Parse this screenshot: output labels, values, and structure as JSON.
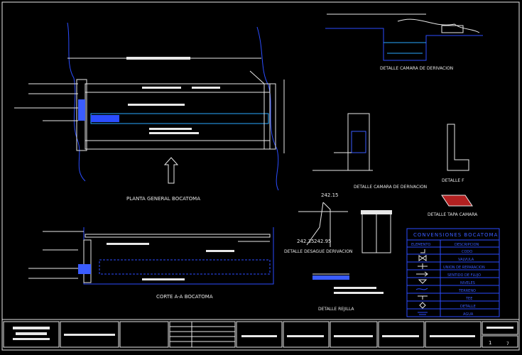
{
  "drawing": {
    "views": {
      "plan": "PLANTA GENERAL BOCATOMA",
      "section": "CORTE  A-A  BOCATOMA",
      "chamber": "DETALLE CAMARA DE DERIVACION",
      "detail_f": "DETALLE F",
      "cover": "DETALLE TAPA CAMARA",
      "sand_trap": "DETALLE DESAGUE DERIVACION",
      "grate": "DETALLE REJILLA"
    },
    "elevations": {
      "top": "242.15",
      "left": "242.35",
      "right": "242.95"
    },
    "legend": {
      "title": "CONVENSIONES BOCATOMA",
      "col_element": "ELEMENTO",
      "col_description": "DESCRIPCION",
      "rows": [
        {
          "symbol": "elbow-symbol-icon",
          "desc": "CODO"
        },
        {
          "symbol": "valve-symbol-icon",
          "desc": "VALVULA"
        },
        {
          "symbol": "union-symbol-icon",
          "desc": "UNION DE REPARACION"
        },
        {
          "symbol": "flow-arrow-icon",
          "desc": "SENTIDO DE FLUJO"
        },
        {
          "symbol": "level-symbol-icon",
          "desc": "NIVELES"
        },
        {
          "symbol": "terrain-symbol-icon",
          "desc": "TERRENO"
        },
        {
          "symbol": "tee-symbol-icon",
          "desc": "TEE"
        },
        {
          "symbol": "detail-symbol-icon",
          "desc": "DETALLE"
        },
        {
          "symbol": "water-symbol-icon",
          "desc": "AGUA"
        }
      ]
    },
    "title_block": {
      "sheet": "1",
      "of": "7"
    },
    "colors": {
      "background": "#000000",
      "linework_white": "#e8e8e8",
      "linework_blue": "#2b4dff",
      "linework_cyan": "#2aa7ff"
    }
  }
}
